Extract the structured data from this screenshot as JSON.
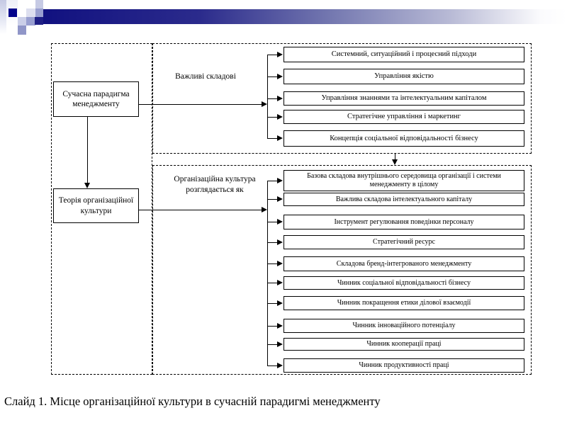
{
  "decor": {
    "navy": "#03038c",
    "bar_gradient_start": "#111180",
    "bar_gradient_end": "#ffffff",
    "periwinkle_mid": "#999fd0",
    "periwinkle_light": "#cbcfe8",
    "periwinkle_pale": "#dddfef",
    "periwinkle_dark": "#9096c8"
  },
  "diagram": {
    "source_node": {
      "label": "Сучасна парадигма менеджменту"
    },
    "theory_node": {
      "label": "Теорія організаційної культури"
    },
    "top_group": {
      "label": "Важливі складові",
      "items": [
        "Системний, ситуаційний і процесний підходи",
        "Управління якістю",
        "Управління знаннями та інтелектуальним капіталом",
        "Стратегічне управління і маркетинг",
        "Концепція соціальної відповідальності бізнесу"
      ]
    },
    "bottom_group": {
      "label": "Організаційна культура розглядається як",
      "items": [
        "Базова складова внутрішнього середовища організації і системи менеджменту  в цілому",
        "Важлива складова інтелектуального капіталу",
        "Інструмент регулювання поведінки персоналу",
        "Стратегічний ресурс",
        "Складова бренд-інтегрованого менеджменту",
        "Чинник соціальної відповідальності бізнесу",
        "Чинник покращення етики ділової взаємодії",
        "Чинник інноваційного потенціалу",
        "Чинник кооперації праці",
        "Чинник продуктивності праці"
      ]
    }
  },
  "caption": {
    "text": "Слайд 1. Місце організаційної культури в сучасній парадигмі менеджменту"
  }
}
